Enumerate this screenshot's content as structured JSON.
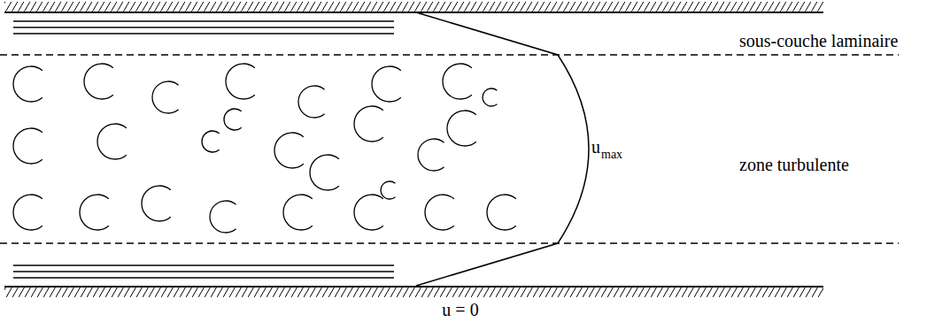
{
  "diagram": {
    "labels": [
      "sous-couche laminaire",
      "zone turbulente",
      "u",
      "max",
      "u = 0"
    ]
  }
}
